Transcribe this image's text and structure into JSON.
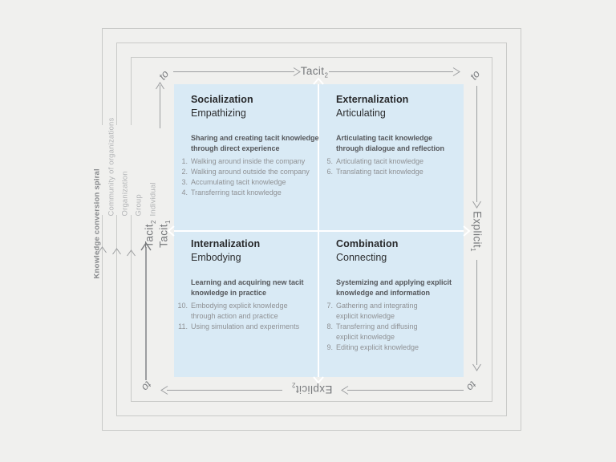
{
  "title_hidden": "",
  "colors": {
    "background": "#f0f0ee",
    "quadrant_blue": "#d9eaf5",
    "rect_border": "#c9cac8",
    "arrow_gray": "#9c9ea0",
    "arrow_dark": "#797b7e",
    "divider_white": "#ffffff",
    "title_text": "#27282a",
    "desc_text": "#54565a",
    "list_text": "#8f9194",
    "axis_text": "#76787b",
    "level_text": "#b2b4b6"
  },
  "spiral_label": "Knowledge conversion spiral",
  "levels": [
    "Community of organizations",
    "Organization",
    "Group",
    "Individual"
  ],
  "axis": {
    "to": "to",
    "top": {
      "base": "Tacit",
      "sub": "2"
    },
    "right": {
      "base": "Explicit",
      "sub": "1"
    },
    "bottom": {
      "base": "Explicit",
      "sub": "2"
    },
    "left_outer": {
      "base": "Tacit",
      "sub": "2"
    },
    "left_inner": {
      "base": "Tacit",
      "sub": "1"
    }
  },
  "quadrants": [
    {
      "id": "socialization",
      "title": "Socialization",
      "subtitle": "Empathizing",
      "description": "Sharing and creating tacit knowledge through direct experience",
      "items": [
        {
          "n": "1.",
          "text": "Walking around inside the company"
        },
        {
          "n": "2.",
          "text": "Walking around outside the company"
        },
        {
          "n": "3.",
          "text": "Accumulating tacit knowledge"
        },
        {
          "n": "4.",
          "text": "Transferring tacit knowledge"
        }
      ]
    },
    {
      "id": "externalization",
      "title": "Externalization",
      "subtitle": "Articulating",
      "description": "Articulating tacit knowledge through dialogue and reflection",
      "items": [
        {
          "n": "5.",
          "text": "Articulating tacit knowledge"
        },
        {
          "n": "6.",
          "text": "Translating tacit knowledge"
        }
      ]
    },
    {
      "id": "internalization",
      "title": "Internalization",
      "subtitle": "Embodying",
      "description": "Learning and acquiring new tacit knowledge in practice",
      "items": [
        {
          "n": "10.",
          "text": "Embodying explicit knowledge through action and practice"
        },
        {
          "n": "11.",
          "text": "Using simulation and experiments"
        }
      ]
    },
    {
      "id": "combination",
      "title": "Combination",
      "subtitle": "Connecting",
      "description": "Systemizing and applying explicit knowledge and information",
      "items": [
        {
          "n": "7.",
          "text": "Gathering and integrating explicit knowledge"
        },
        {
          "n": "8.",
          "text": "Transferring and diffusing explicit knowledge"
        },
        {
          "n": "9.",
          "text": "Editing explicit knowledge"
        }
      ]
    }
  ]
}
